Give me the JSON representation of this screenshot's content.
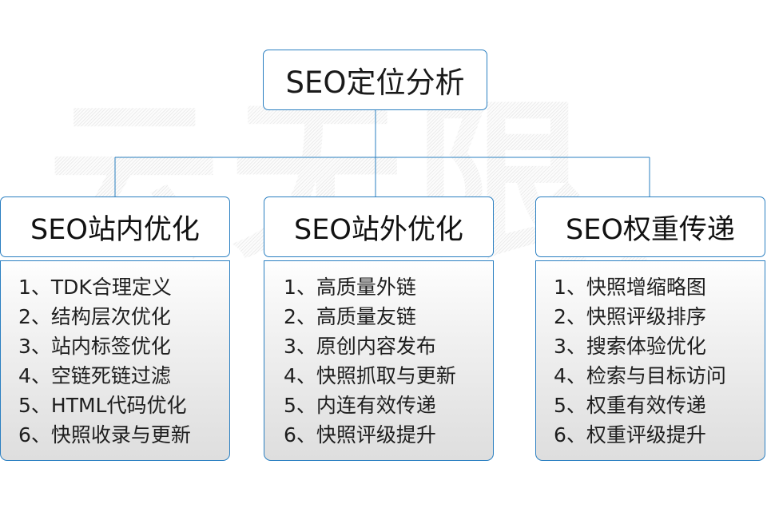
{
  "diagram": {
    "type": "organizational-tree",
    "accent_color": "#2a7fc1",
    "text_color": "#1a1a1a",
    "panel_background_top": "#ffffff",
    "panel_background_bottom": "#dedede",
    "watermark": {
      "text": "云无限",
      "mark": "R",
      "color": "#ececec"
    },
    "root": {
      "label": "SEO定位分析"
    },
    "branches": [
      {
        "header": "SEO站内优化",
        "items": [
          "1、TDK合理定义",
          "2、结构层次优化",
          "3、站内标签优化",
          "4、空链死链过滤",
          "5、HTML代码优化",
          "6、快照收录与更新"
        ]
      },
      {
        "header": "SEO站外优化",
        "items": [
          "1、高质量外链",
          "2、高质量友链",
          "3、原创内容发布",
          "4、快照抓取与更新",
          "5、内连有效传递",
          "6、快照评级提升"
        ]
      },
      {
        "header": "SEO权重传递",
        "items": [
          "1、快照增缩略图",
          "2、快照评级排序",
          "3、搜索体验优化",
          "4、检索与目标访问",
          "5、权重有效传递",
          "6、权重评级提升"
        ]
      }
    ]
  }
}
